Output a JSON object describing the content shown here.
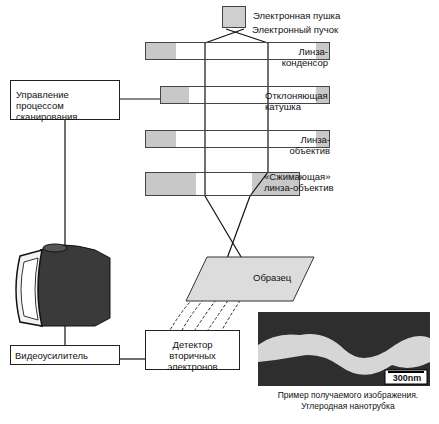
{
  "diagram": {
    "nodes": [
      {
        "text": [
          "Электронная пушка"
        ]
      },
      {
        "text": [
          "Линза-конденсор"
        ]
      },
      {
        "text": [
          "Управление процессом сканирования"
        ]
      },
      {
        "text": [
          "Отклоняющая катушка"
        ]
      },
      {
        "text": [
          "Линза-объектив"
        ]
      },
      {
        "text": [
          "«Сжимающая» линза-объектив"
        ]
      },
      {
        "text": [
          "Образец"
        ]
      },
      {
        "text": [
          "Видеоусилитель"
        ]
      },
      {
        "text": [
          "Детектор вторичных электронов"
        ]
      }
    ],
    "edges": [
      {
        "from": 2,
        "to": 3,
        "arrow": "none"
      },
      {
        "from": 7,
        "to": 8,
        "arrow": "none"
      }
    ],
    "labels": [
      "Электронный пучок",
      "300nm",
      "Пример получаемого изображения. Углеродная нанотрубка"
    ]
  }
}
